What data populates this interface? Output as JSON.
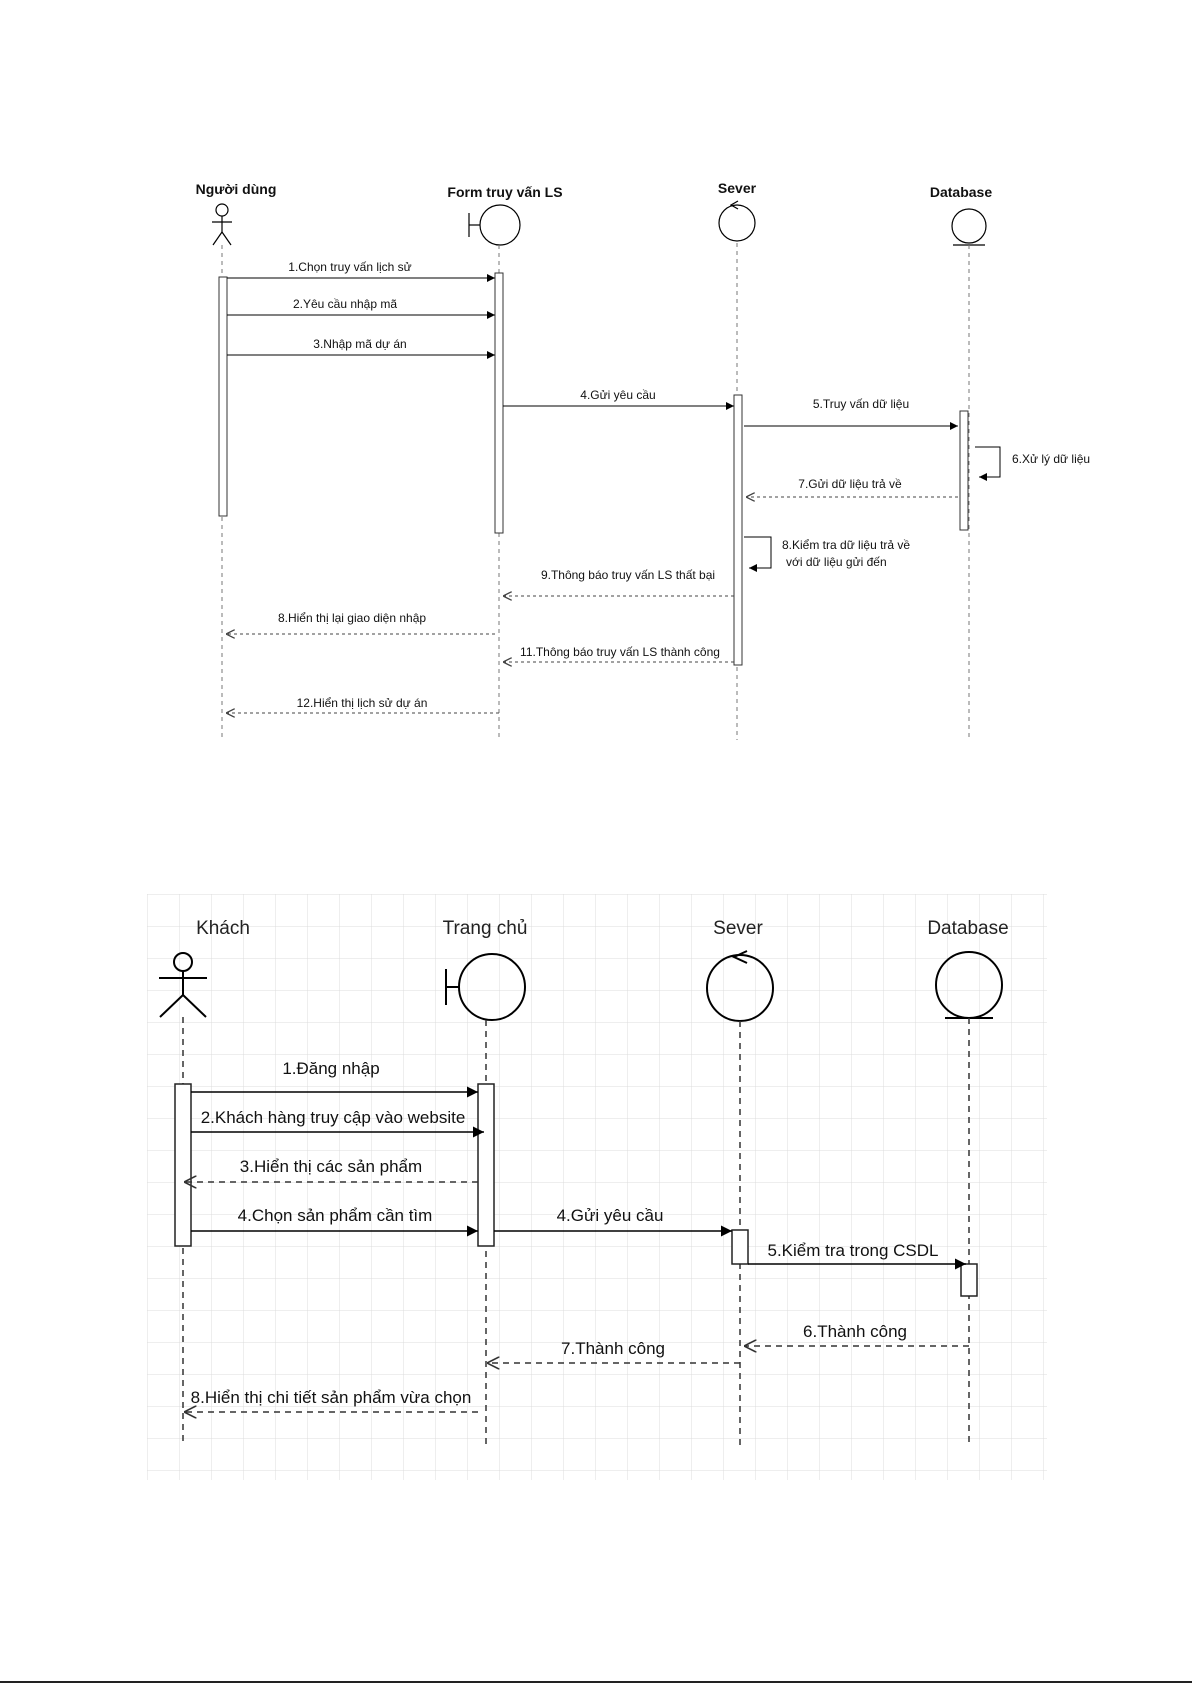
{
  "diagram1": {
    "actors": {
      "user": "Người dùng",
      "form": "Form truy vấn LS",
      "server": "Sever",
      "db": "Database"
    },
    "messages": [
      "1.Chọn truy vấn lịch sử",
      "2.Yêu cầu nhập mã",
      "3.Nhập mã dự án",
      "4.Gửi yêu cầu",
      "5.Truy vấn dữ liệu",
      "6.Xử lý dữ liệu",
      "7.Gửi dữ liệu trả về",
      "8.Kiểm tra dữ liệu trả về",
      "với dữ liệu gửi đến",
      "9.Thông báo truy vấn LS thất bại",
      "8.Hiển thị lại giao diện nhập",
      "11.Thông báo truy vấn LS thành công",
      "12.Hiển thị lịch sử dự án"
    ]
  },
  "diagram2": {
    "actors": {
      "guest": "Khách",
      "home": "Trang chủ",
      "server": "Sever",
      "db": "Database"
    },
    "messages": [
      "1.Đăng nhập",
      "2.Khách hàng truy cập vào website",
      "3.Hiển thị các sản phẩm",
      "4.Chọn sản phẩm cần tìm",
      "4.Gửi yêu cầu",
      "5.Kiểm tra trong CSDL",
      "6.Thành công",
      "7.Thành công",
      "8.Hiển thị chi tiết sản phẩm vừa chọn"
    ]
  },
  "colors": {
    "grid": "#dcdcdc",
    "line": "#000000",
    "background": "#ffffff"
  }
}
